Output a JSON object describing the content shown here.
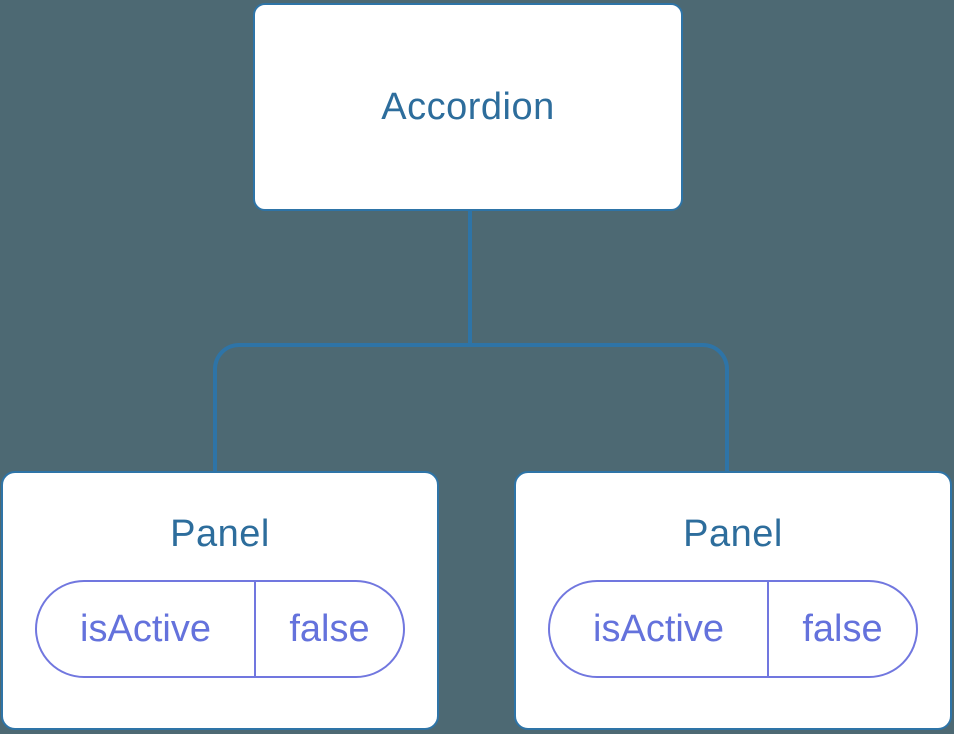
{
  "diagram": {
    "type": "component-tree",
    "root": {
      "label": "Accordion"
    },
    "panels": [
      {
        "title": "Panel",
        "state": {
          "key": "isActive",
          "value": "false"
        }
      },
      {
        "title": "Panel",
        "state": {
          "key": "isActive",
          "value": "false"
        }
      }
    ],
    "colors": {
      "background": "#4D6973",
      "node_fill": "#FFFFFF",
      "node_border": "#2E74A7",
      "node_text": "#2D6D9C",
      "connector": "#2E74A7",
      "state_border": "#7177DF",
      "state_text": "#6472DC"
    }
  }
}
